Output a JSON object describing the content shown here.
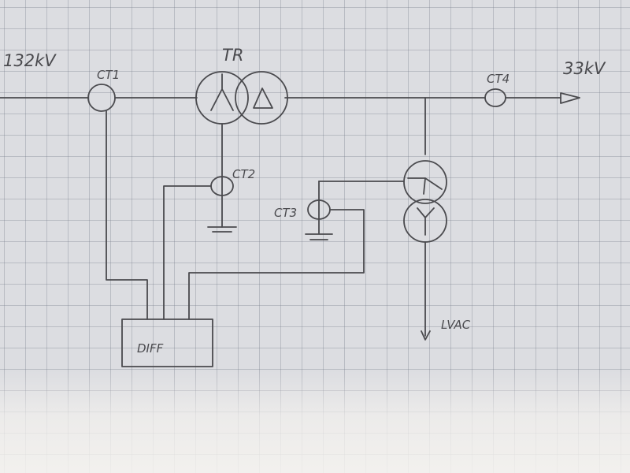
{
  "labels": {
    "hv_voltage": "132kV",
    "lv_voltage": "33kV",
    "transformer": "TR",
    "ct1": "CT1",
    "ct2": "CT2",
    "ct3": "CT3",
    "ct4": "CT4",
    "relay": "DIFF",
    "lvac": "LVAC"
  },
  "colors": {
    "ink": "#4a4a4e",
    "paper": "#dcdde1",
    "grid": "#8c909c"
  }
}
